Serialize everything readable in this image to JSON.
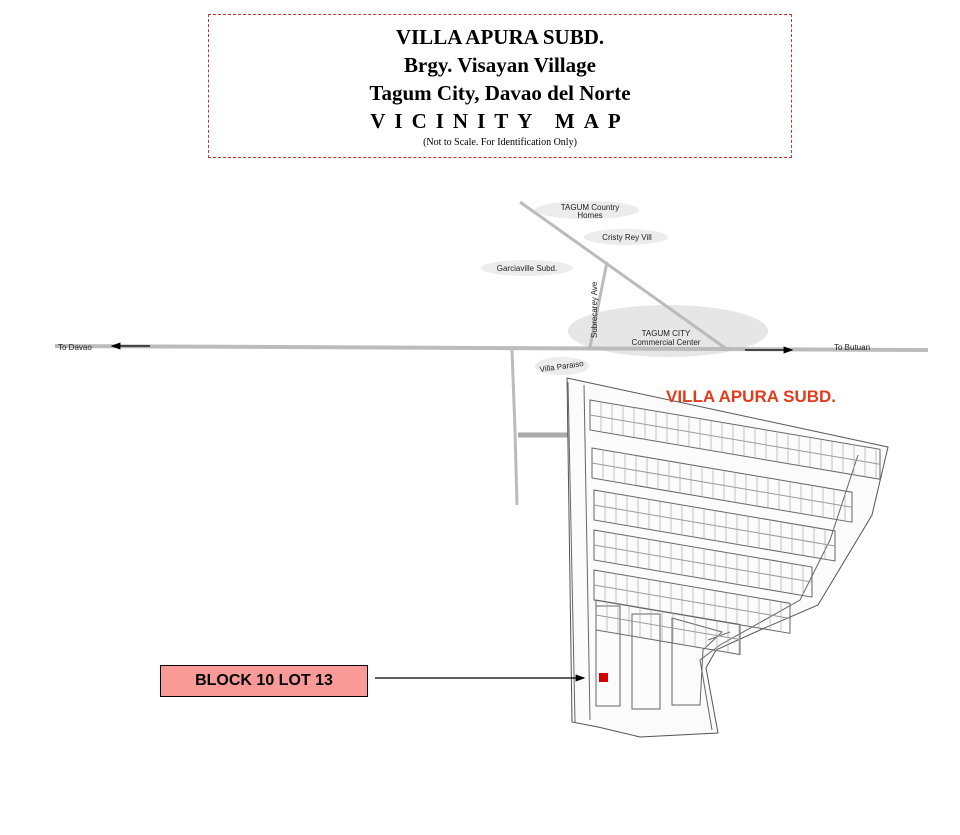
{
  "header": {
    "line1": "VILLA APURA SUBD.",
    "line2": "Brgy. Visayan Village",
    "line3": "Tagum City, Davao del Norte",
    "line4": "VICINITY MAP",
    "note": "(Not to Scale. For Identification Only)"
  },
  "landmarks": {
    "tagum_country_homes_1": "TAGUM Country",
    "tagum_country_homes_2": "Homes",
    "cristy_rey": "Cristy Rey Vill",
    "garciaville": "Garciaville Subd.",
    "subrecarey": "Subrecarey Ave",
    "commercial_1": "TAGUM CITY",
    "commercial_2": "Commercial Center",
    "villa_paraiso": "Villa Paraiso",
    "to_davao": "To Davao",
    "to_butuan": "To Butuan"
  },
  "subdivision": {
    "title": "VILLA APURA SUBD.",
    "title_color": "#e23b1b"
  },
  "callout": {
    "label": "BLOCK 10 LOT 13",
    "marker_color": "#d40000"
  }
}
